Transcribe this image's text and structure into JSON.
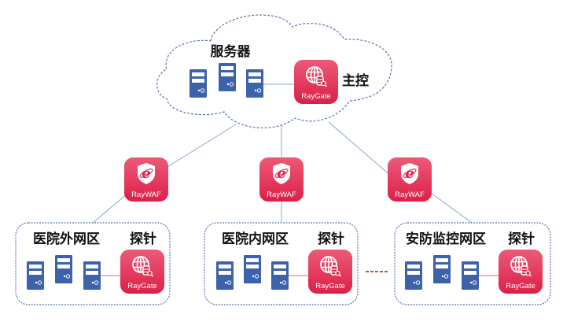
{
  "colors": {
    "server_blue": "#3d62ac",
    "product_red": "#e0284f",
    "product_red_light": "#ec5a78",
    "link_blue": "#8ba4cf",
    "link_red": "#d8707a",
    "dash_border": "#5a78b0",
    "ellipsis_red": "#c0392b"
  },
  "cloud": {
    "label": "服务器",
    "controller_label": "主控",
    "controller_product": "RayGate",
    "server_count": 3
  },
  "waf": [
    {
      "product": "RayWAF"
    },
    {
      "product": "RayWAF"
    },
    {
      "product": "RayWAF"
    }
  ],
  "zones": [
    {
      "name": "医院外网区",
      "probe_label": "探针",
      "probe_product": "RayGate",
      "server_count": 3
    },
    {
      "name": "医院内网区",
      "probe_label": "探针",
      "probe_product": "RayGate",
      "server_count": 3
    },
    {
      "name": "安防监控网区",
      "probe_label": "探针",
      "probe_product": "RayGate",
      "server_count": 3
    }
  ],
  "ellipsis": "-----"
}
